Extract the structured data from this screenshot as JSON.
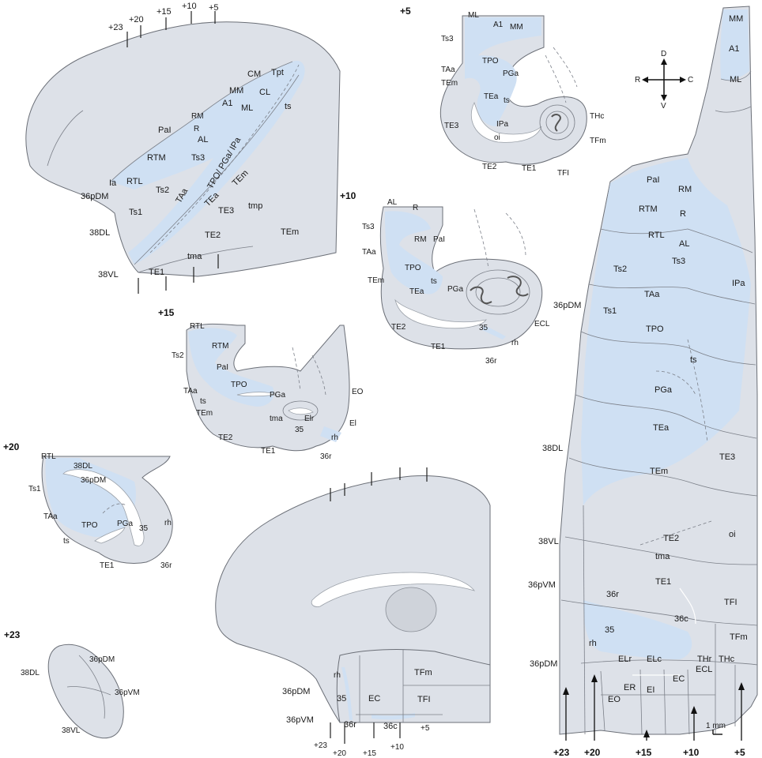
{
  "lateral_view": {
    "coronal_markers": [
      "+23",
      "+20",
      "+15",
      "+10",
      "+5"
    ],
    "labels": [
      "CM",
      "Tpt",
      "MM",
      "CL",
      "A1",
      "RM",
      "ML",
      "ts",
      "R",
      "PaI",
      "AL",
      "RTM",
      "Ts3",
      "Ia",
      "RTL",
      "TPO/ PGa/ IPa",
      "Ts2",
      "TAa",
      "36pDM",
      "TEm",
      "TEa",
      "Ts1",
      "tmp",
      "TE3",
      "38DL",
      "TE2",
      "TEm",
      "tma",
      "38VL",
      "TE1"
    ]
  },
  "compass": {
    "up": "D",
    "down": "V",
    "left": "R",
    "right": "C"
  },
  "section_p5": {
    "title": "+5",
    "labels": [
      "ML",
      "A1",
      "MM",
      "Ts3",
      "TPO",
      "TAa",
      "PGa",
      "TEm",
      "TEa",
      "ts",
      "THc",
      "IPa",
      "TE3",
      "oi",
      "TFm",
      "TE2",
      "TE1",
      "TFI"
    ]
  },
  "section_p10": {
    "title": "+10",
    "labels": [
      "AL",
      "R",
      "Ts3",
      "RM",
      "PaI",
      "TAa",
      "TPO",
      "TEm",
      "ts",
      "PGa",
      "TEa",
      "ECL",
      "35",
      "TE2",
      "rh",
      "TE1",
      "36r"
    ]
  },
  "section_p15": {
    "title": "+15",
    "labels": [
      "RTL",
      "RTM",
      "Ts2",
      "PaI",
      "TPO",
      "TAa",
      "EO",
      "ts",
      "PGa",
      "TEm",
      "tma",
      "Elr",
      "El",
      "35",
      "TE2",
      "rh",
      "TE1",
      "36r"
    ]
  },
  "section_p20": {
    "title": "+20",
    "labels": [
      "RTL",
      "38DL",
      "36pDM",
      "Ts1",
      "TAa",
      "TPO",
      "PGa",
      "35",
      "rh",
      "ts",
      "TE1",
      "36r"
    ]
  },
  "section_p23": {
    "title": "+23",
    "labels": [
      "36pDM",
      "38DL",
      "36pVM",
      "38VL"
    ]
  },
  "medial_view": {
    "labels": [
      "rh",
      "TFm",
      "36pDM",
      "35",
      "EC",
      "TFI",
      "36pVM",
      "36r",
      "36c",
      "+5"
    ],
    "coronal_markers": [
      "+23",
      "+20",
      "+15",
      "+10"
    ]
  },
  "flatmap": {
    "labels": [
      "MM",
      "A1",
      "ML",
      "PaI",
      "RM",
      "RTM",
      "R",
      "RTL",
      "AL",
      "Ts2",
      "Ts3",
      "IPa",
      "36pDM",
      "Ts1",
      "TAa",
      "TPO",
      "ts",
      "PGa",
      "TEa",
      "38DL",
      "TE3",
      "TEm",
      "oi",
      "38VL",
      "TE2",
      "tma",
      "TE1",
      "36pVM",
      "36r",
      "TFI",
      "36c",
      "35",
      "TFm",
      "rh",
      "36pDM",
      "ELr",
      "ELc",
      "THr",
      "THc",
      "EC",
      "ECL",
      "ER",
      "EI",
      "EO"
    ],
    "scale_label": "1 mm",
    "coronal_markers": [
      "+23",
      "+20",
      "+15",
      "+10",
      "+5"
    ]
  }
}
